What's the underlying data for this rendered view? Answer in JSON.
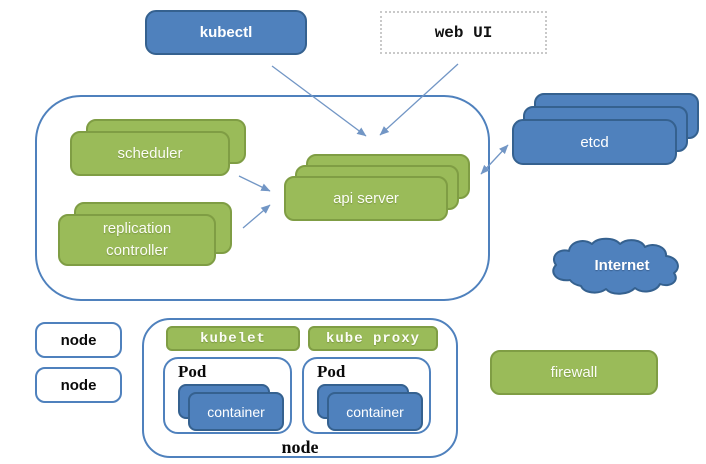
{
  "colors": {
    "green_fill": "#9abb59",
    "green_border": "#7f9d44",
    "blue_fill": "#4f81bd",
    "blue_border": "#35618f",
    "outline_blue": "#4f81bd",
    "arrow": "#7296c5",
    "dotted_border": "#c9c9c9"
  },
  "nodes": {
    "kubectl": {
      "label": "kubectl"
    },
    "web_ui": {
      "label": "web UI"
    },
    "scheduler": {
      "label": "scheduler"
    },
    "replication_controller": {
      "label": "replication controller"
    },
    "api_server": {
      "label": "api server"
    },
    "etcd": {
      "label": "etcd"
    },
    "internet": {
      "label": "Internet"
    },
    "firewall": {
      "label": "firewall"
    },
    "kubelet": {
      "label": "kubelet"
    },
    "kube_proxy": {
      "label": "kube proxy"
    },
    "node_cluster": {
      "label": "node"
    }
  },
  "worker_nodes": [
    {
      "label": "node"
    },
    {
      "label": "node"
    }
  ],
  "pods": [
    {
      "label": "Pod",
      "container_label": "container"
    },
    {
      "label": "Pod",
      "container_label": "container"
    }
  ]
}
